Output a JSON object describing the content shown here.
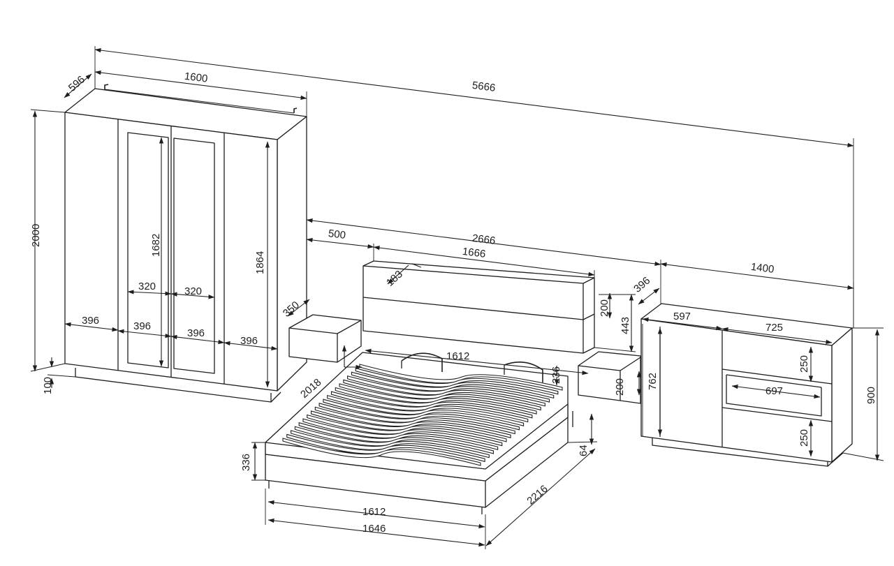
{
  "dimensions": {
    "total_length": "5666",
    "wardrobe_depth": "596",
    "wardrobe_width": "1600",
    "wardrobe_height": "2000",
    "wardrobe_plinth": "100",
    "mirror_height": "1682",
    "door_inner_height": "1864",
    "mirror_half_left": "320",
    "mirror_half_right": "320",
    "door_width_1": "396",
    "door_width_2": "396",
    "door_width_3": "396",
    "door_width_4": "396",
    "bed_set_length": "2666",
    "nightstand_width": "500",
    "headboard_width": "1666",
    "headboard_depth": "183",
    "nightstand_depth": "350",
    "nightstand_side_depth": "396",
    "bed_length_inner": "2018",
    "headboard_panel_height": "200",
    "headboard_total_height": "443",
    "slat_width": "1612",
    "headboard_step": "236",
    "nightstand_height": "200",
    "bed_frame_height": "336",
    "bed_leg_height": "64",
    "bed_length": "2216",
    "bed_inner_width": "1612",
    "bed_outer_width": "1646",
    "dresser_width": "1400",
    "dresser_left_width": "597",
    "dresser_right_width": "725",
    "dresser_body_height": "762",
    "dresser_height": "900",
    "drawer_top_height": "250",
    "drawer_bottom_height": "250",
    "shelf_width": "697"
  }
}
